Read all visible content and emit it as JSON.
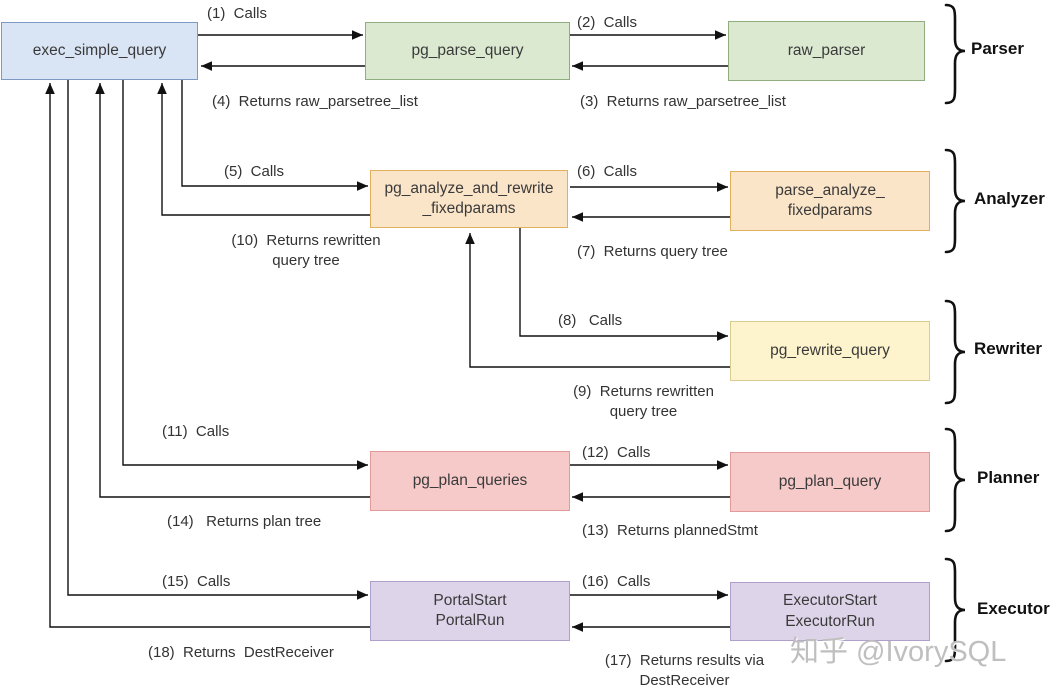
{
  "diagram": {
    "title_hint": "PostgreSQL simple query execution call flow",
    "watermark": "知乎 @IvorySQL",
    "boxes": [
      {
        "id": "exec_simple_query",
        "text": "exec_simple_query",
        "fill": "#d9e5f5",
        "border": "#7e99c5"
      },
      {
        "id": "pg_parse_query",
        "text": "pg_parse_query",
        "fill": "#dbe9d1",
        "border": "#8fae80"
      },
      {
        "id": "raw_parser",
        "text": "raw_parser",
        "fill": "#dbe9d1",
        "border": "#8fae80"
      },
      {
        "id": "pg_analyze_and_rewrite_fixedparams",
        "text": "pg_analyze_and_rewrite\n_fixedparams",
        "fill": "#fbe5c8",
        "border": "#e0b05e"
      },
      {
        "id": "parse_analyze_fixedparams",
        "text": "parse_analyze_\nfixedparams",
        "fill": "#fbe5c8",
        "border": "#e0b05e"
      },
      {
        "id": "pg_rewrite_query",
        "text": "pg_rewrite_query",
        "fill": "#fdf3cd",
        "border": "#d9cc8f"
      },
      {
        "id": "pg_plan_queries",
        "text": "pg_plan_queries",
        "fill": "#f7caca",
        "border": "#e29a9a"
      },
      {
        "id": "pg_plan_query",
        "text": "pg_plan_query",
        "fill": "#f7caca",
        "border": "#e29a9a"
      },
      {
        "id": "PortalStart_PortalRun",
        "text": "PortalStart\nPortalRun",
        "fill": "#ddd4e9",
        "border": "#af9fcb"
      },
      {
        "id": "ExecutorStart_ExecutorRun",
        "text": "ExecutorStart\nExecutorRun",
        "fill": "#ddd4e9",
        "border": "#af9fcb"
      }
    ],
    "sections": [
      {
        "name": "Parser"
      },
      {
        "name": "Analyzer"
      },
      {
        "name": "Rewriter"
      },
      {
        "name": "Planner"
      },
      {
        "name": "Executor"
      }
    ],
    "labels": {
      "l1": "(1)  Calls",
      "l2": "(2)  Calls",
      "l3": "(3)  Returns raw_parsetree_list",
      "l4": "(4)  Returns raw_parsetree_list",
      "l5": "(5)  Calls",
      "l6": "(6)  Calls",
      "l7": "(7)  Returns query tree",
      "l8": "(8)   Calls",
      "l9": "(9)  Returns rewritten\nquery tree",
      "l10": "(10)  Returns rewritten\nquery tree",
      "l11": "(11)  Calls",
      "l12": "(12)  Calls",
      "l13": "(13)  Returns plannedStmt",
      "l14": "(14)   Returns plan tree",
      "l15": "(15)  Calls",
      "l16": "(16)  Calls",
      "l17": "(17)  Returns results via\nDestReceiver",
      "l18": "(18)  Returns  DestReceiver"
    },
    "edges": [
      {
        "n": 1,
        "from": "exec_simple_query",
        "to": "pg_parse_query",
        "kind": "calls"
      },
      {
        "n": 2,
        "from": "pg_parse_query",
        "to": "raw_parser",
        "kind": "calls"
      },
      {
        "n": 3,
        "from": "raw_parser",
        "to": "pg_parse_query",
        "kind": "returns raw_parsetree_list"
      },
      {
        "n": 4,
        "from": "pg_parse_query",
        "to": "exec_simple_query",
        "kind": "returns raw_parsetree_list"
      },
      {
        "n": 5,
        "from": "exec_simple_query",
        "to": "pg_analyze_and_rewrite_fixedparams",
        "kind": "calls"
      },
      {
        "n": 6,
        "from": "pg_analyze_and_rewrite_fixedparams",
        "to": "parse_analyze_fixedparams",
        "kind": "calls"
      },
      {
        "n": 7,
        "from": "parse_analyze_fixedparams",
        "to": "pg_analyze_and_rewrite_fixedparams",
        "kind": "returns query tree"
      },
      {
        "n": 8,
        "from": "pg_analyze_and_rewrite_fixedparams",
        "to": "pg_rewrite_query",
        "kind": "calls"
      },
      {
        "n": 9,
        "from": "pg_rewrite_query",
        "to": "pg_analyze_and_rewrite_fixedparams",
        "kind": "returns rewritten query tree"
      },
      {
        "n": 10,
        "from": "pg_analyze_and_rewrite_fixedparams",
        "to": "exec_simple_query",
        "kind": "returns rewritten query tree"
      },
      {
        "n": 11,
        "from": "exec_simple_query",
        "to": "pg_plan_queries",
        "kind": "calls"
      },
      {
        "n": 12,
        "from": "pg_plan_queries",
        "to": "pg_plan_query",
        "kind": "calls"
      },
      {
        "n": 13,
        "from": "pg_plan_query",
        "to": "pg_plan_queries",
        "kind": "returns plannedStmt"
      },
      {
        "n": 14,
        "from": "pg_plan_queries",
        "to": "exec_simple_query",
        "kind": "returns plan tree"
      },
      {
        "n": 15,
        "from": "exec_simple_query",
        "to": "PortalStart_PortalRun",
        "kind": "calls"
      },
      {
        "n": 16,
        "from": "PortalStart_PortalRun",
        "to": "ExecutorStart_ExecutorRun",
        "kind": "calls"
      },
      {
        "n": 17,
        "from": "ExecutorStart_ExecutorRun",
        "to": "PortalStart_PortalRun",
        "kind": "returns results via DestReceiver"
      },
      {
        "n": 18,
        "from": "PortalStart_PortalRun",
        "to": "exec_simple_query",
        "kind": "returns DestReceiver"
      }
    ]
  }
}
